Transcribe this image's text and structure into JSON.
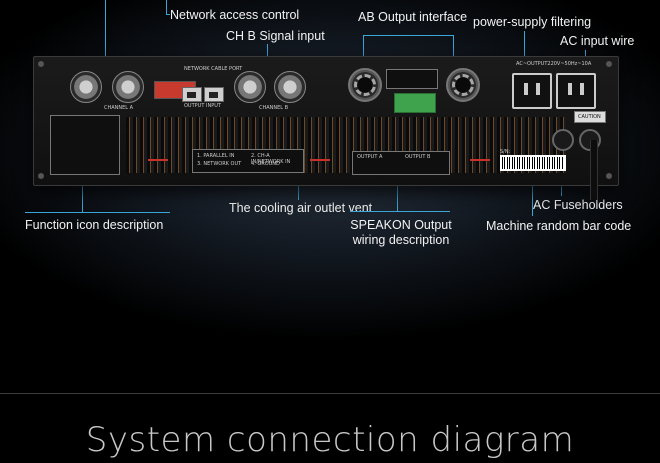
{
  "callouts": {
    "network_access_control": "Network access control",
    "ch_b_signal_input": "CH B Signal input",
    "ab_output_interface": "AB Output interface",
    "power_supply_filtering": "power-supply filtering",
    "ac_input_wire": "AC input wire",
    "function_icon_description": "Function icon description",
    "cooling_air_outlet_vent": "The cooling air outlet vent",
    "speakon_output_line1": "SPEAKON Output",
    "speakon_output_line2": "wiring description",
    "ac_fuseholders": "AC Fuseholders",
    "machine_random_bar_code": "Machine random bar code"
  },
  "panel_labels": {
    "channel_a": "CHANNEL A",
    "channel_b": "CHANNEL B",
    "network_cable_port": "NETWORK CABLE PORT",
    "output": "OUTPUT",
    "input": "INPUT",
    "output_a": "OUTPUT A",
    "output_b": "OUTPUT B",
    "parallel_in": "1. PARALLEL IN",
    "network_out": "3. NETWORK OUT",
    "ch_a_in": "2. CH-A IN/NETWORK IN",
    "ground": "4. GROUND",
    "ac_voltage": "AC~OUTPUT220V~50Hz~10A",
    "caution": "CAUTION",
    "sn": "S/N:"
  },
  "heading": "System connection diagram",
  "colors": {
    "callout_line": "#3ba7d8",
    "heading": "#c8c8c8"
  }
}
